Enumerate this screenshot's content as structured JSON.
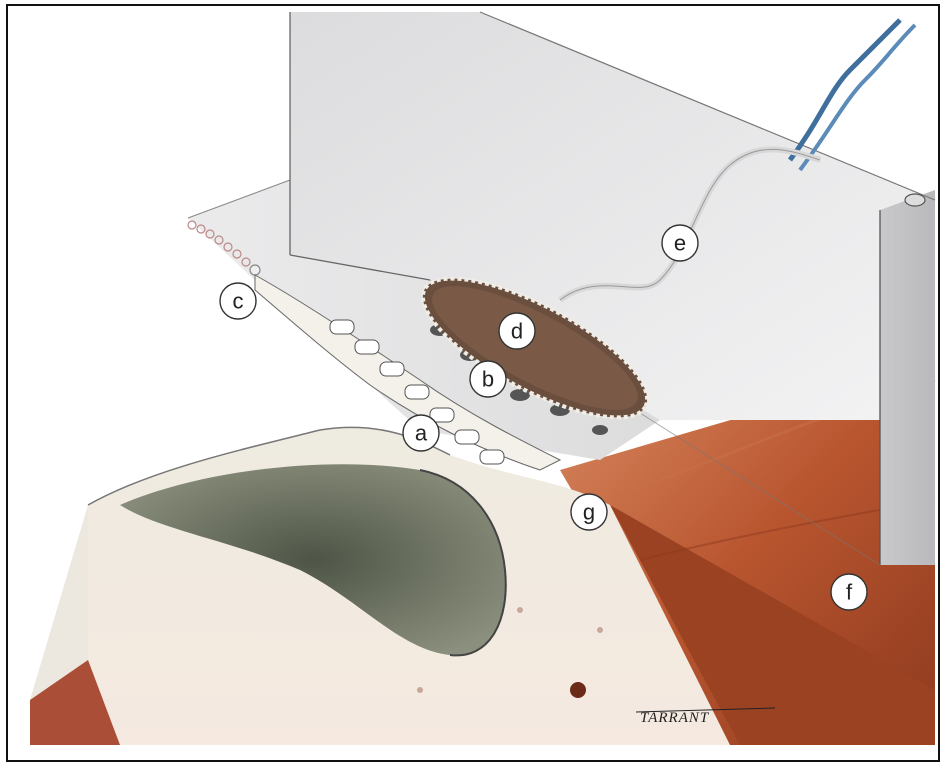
{
  "labels": {
    "a": "a",
    "b": "b",
    "c": "c",
    "d": "d",
    "e": "e",
    "f": "f",
    "g": "g"
  },
  "signature": "TARRANT",
  "colors": {
    "wall": "#e8e7e9",
    "bone": "#f2efe6",
    "muscle": "#b0502e",
    "nerve": "#3f6f9c",
    "cavity": "#5a5e4c"
  }
}
